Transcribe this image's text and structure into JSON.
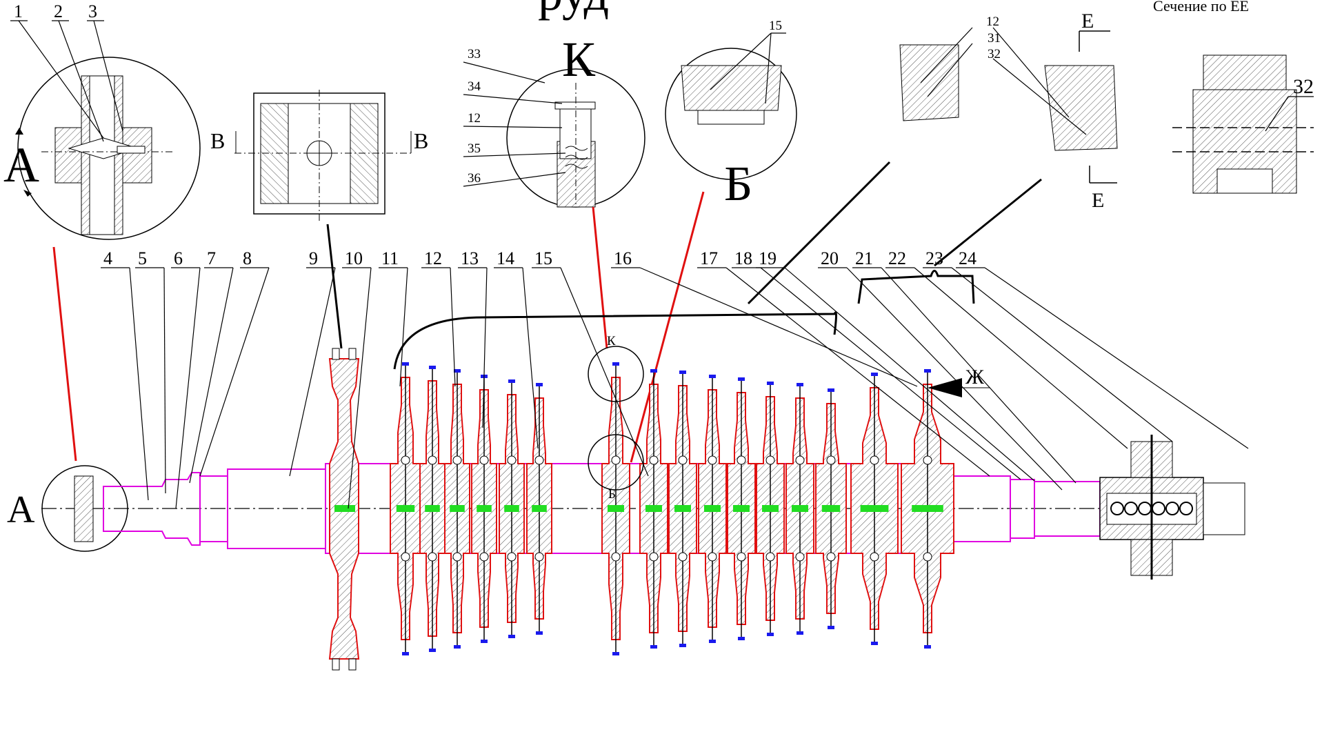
{
  "title_fragment": "руд",
  "section_caption": "Сечение по ЕЕ",
  "view_letters": {
    "a_big": "А",
    "a_small": "А",
    "k": "К",
    "b_cyr": "Б",
    "b_small": "Б",
    "k_small": "К",
    "v_left": "В",
    "v_right": "В",
    "e_top": "Е",
    "e_bottom": "Е",
    "zh": "Ж"
  },
  "callouts_top": [
    "1",
    "2",
    "3"
  ],
  "callouts_main": [
    "4",
    "5",
    "6",
    "7",
    "8",
    "9",
    "10",
    "11",
    "12",
    "13",
    "14",
    "15",
    "16",
    "17",
    "18",
    "19",
    "20",
    "21",
    "22",
    "23",
    "24"
  ],
  "callouts_k": [
    "33",
    "34",
    "12",
    "35",
    "36"
  ],
  "callouts_b": [
    "15"
  ],
  "callouts_e": [
    "12",
    "31",
    "32"
  ],
  "callout_section": "32",
  "colors": {
    "disk_outline": "#e01010",
    "shaft_outline": "#e000e0",
    "leader_red": "#e01010",
    "bolt_green": "#22dd22",
    "blade_tip_blue": "#1a1aee"
  }
}
